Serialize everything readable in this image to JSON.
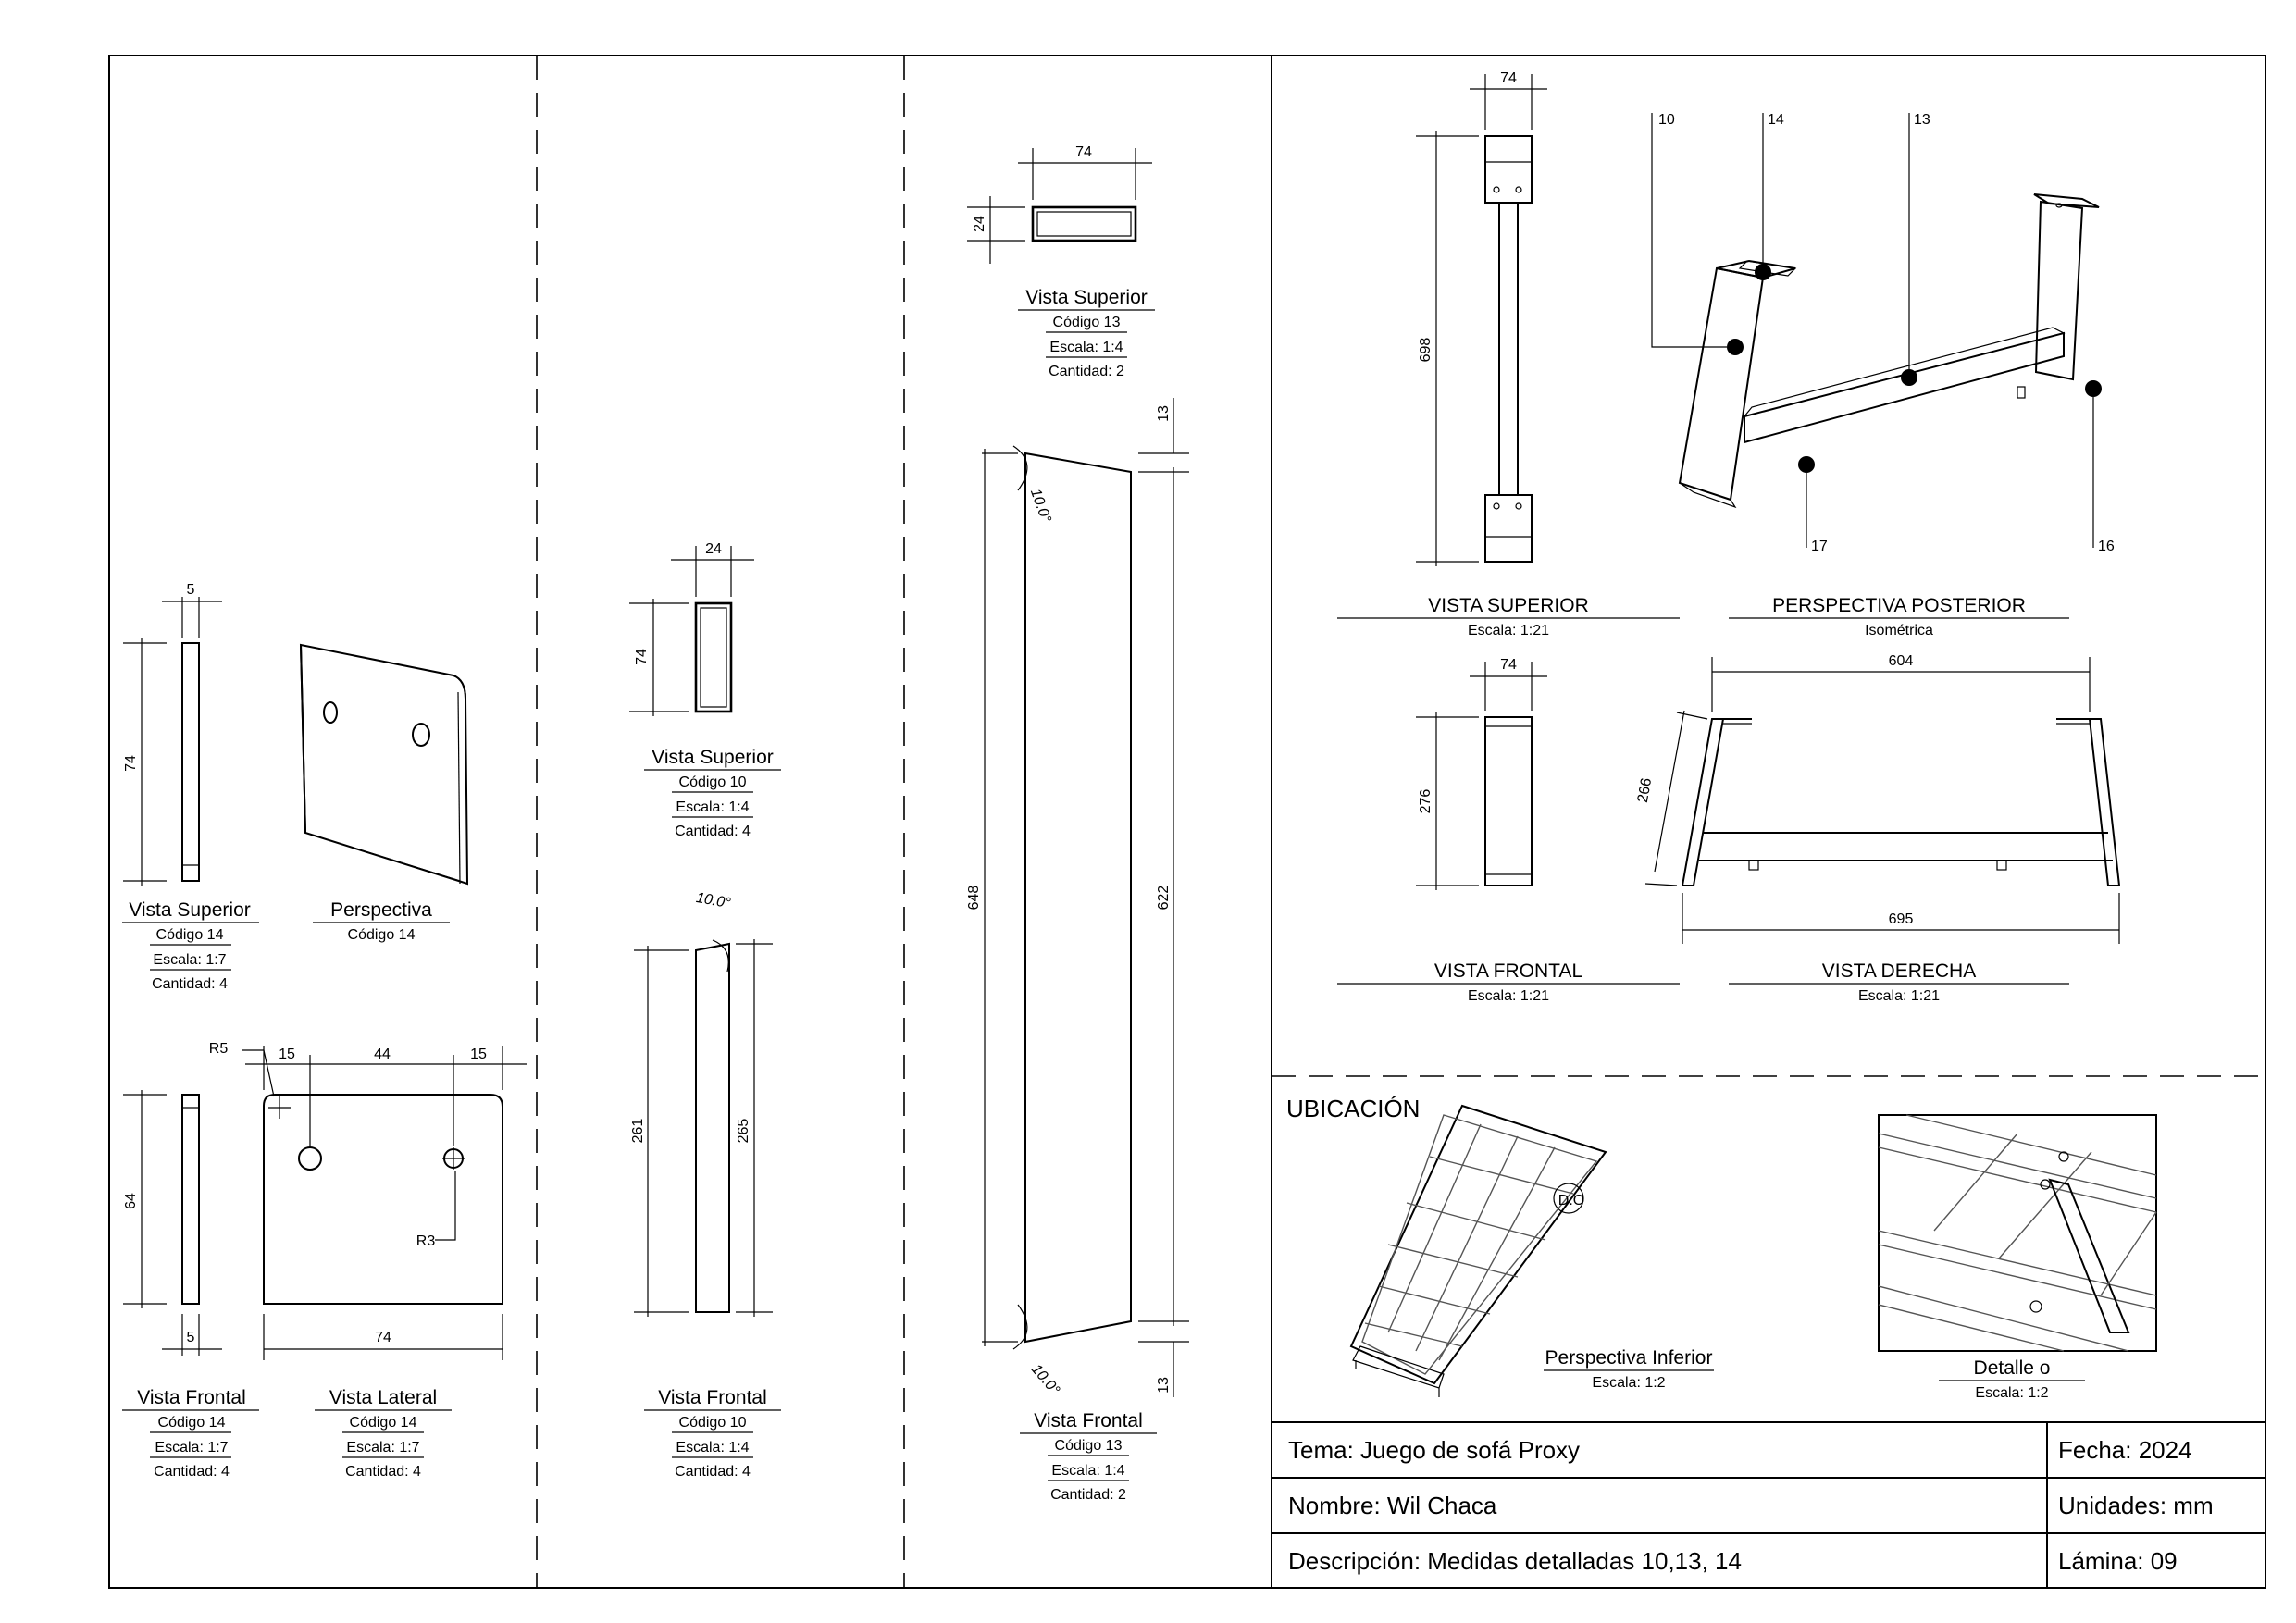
{
  "sheet": {
    "left_panel": {
      "vista_superior": {
        "title": "Vista Superior",
        "codigo": "Código 14",
        "escala": "Escala: 1:7",
        "cantidad": "Cantidad: 4"
      },
      "perspectiva": {
        "title": "Perspectiva",
        "codigo": "Código 14"
      },
      "vista_frontal": {
        "title": "Vista Frontal",
        "codigo": "Código 14",
        "escala": "Escala: 1:7",
        "cantidad": "Cantidad: 4"
      },
      "vista_lateral": {
        "title": "Vista Lateral",
        "codigo": "Código 14",
        "escala": "Escala: 1:7",
        "cantidad": "Cantidad: 4"
      },
      "dims": {
        "d5a": "5",
        "d74v": "74",
        "d64": "64",
        "d5b": "5",
        "d74h": "74",
        "d15a": "15",
        "d44": "44",
        "d15b": "15",
        "r5": "R5",
        "r3": "R3"
      }
    },
    "mid_panel": {
      "vista_superior": {
        "title": "Vista Superior",
        "codigo": "Código 10",
        "escala": "Escala: 1:4",
        "cantidad": "Cantidad: 4"
      },
      "vista_frontal": {
        "title": "Vista Frontal",
        "codigo": "Código 10",
        "escala": "Escala: 1:4",
        "cantidad": "Cantidad: 4"
      },
      "dims": {
        "d24": "24",
        "d74": "74",
        "d261": "261",
        "d265": "265",
        "ang": "10.0°"
      }
    },
    "right_mid_panel": {
      "vista_superior": {
        "title": "Vista Superior",
        "codigo": "Código 13",
        "escala": "Escala: 1:4",
        "cantidad": "Cantidad: 2"
      },
      "vista_frontal": {
        "title": "Vista Frontal",
        "codigo": "Código 13",
        "escala": "Escala: 1:4",
        "cantidad": "Cantidad: 2"
      },
      "dims": {
        "d74": "74",
        "d24": "24",
        "d13a": "13",
        "d648": "648",
        "d622": "622",
        "d13b": "13",
        "ang1": "10.0°",
        "ang2": "10.0°"
      }
    },
    "assembly": {
      "vista_superior": {
        "title": "VISTA SUPERIOR",
        "escala": "Escala:  1:21"
      },
      "perspectiva_posterior": {
        "title": "PERSPECTIVA POSTERIOR",
        "sub": "Isométrica"
      },
      "vista_frontal": {
        "title": "VISTA FRONTAL",
        "escala": "Escala:  1:21"
      },
      "vista_derecha": {
        "title": "VISTA DERECHA",
        "escala": "Escala:  1:21"
      },
      "dims": {
        "d74a": "74",
        "d698": "698",
        "d74b": "74",
        "d276": "276",
        "d604": "604",
        "d266": "266",
        "d695": "695"
      },
      "balloons": {
        "b10": "10",
        "b14": "14",
        "b13": "13",
        "b17": "17",
        "b16": "16"
      }
    },
    "ubicacion": {
      "heading": "UBICACIÓN",
      "perspectiva_inferior": {
        "title": "Perspectiva Inferior",
        "escala": "Escala: 1:2"
      },
      "detalle": {
        "title": "Detalle o",
        "escala": "Escala: 1:2"
      },
      "detail_mark": "D.O"
    },
    "title_block": {
      "tema": "Tema: Juego de sofá Proxy",
      "fecha": "Fecha: 2024",
      "nombre": "Nombre: Wil Chaca",
      "unidades": "Unidades: mm",
      "descripcion": "Descripción: Medidas detalladas 10,13, 14",
      "lamina": "Lámina: 09"
    }
  }
}
